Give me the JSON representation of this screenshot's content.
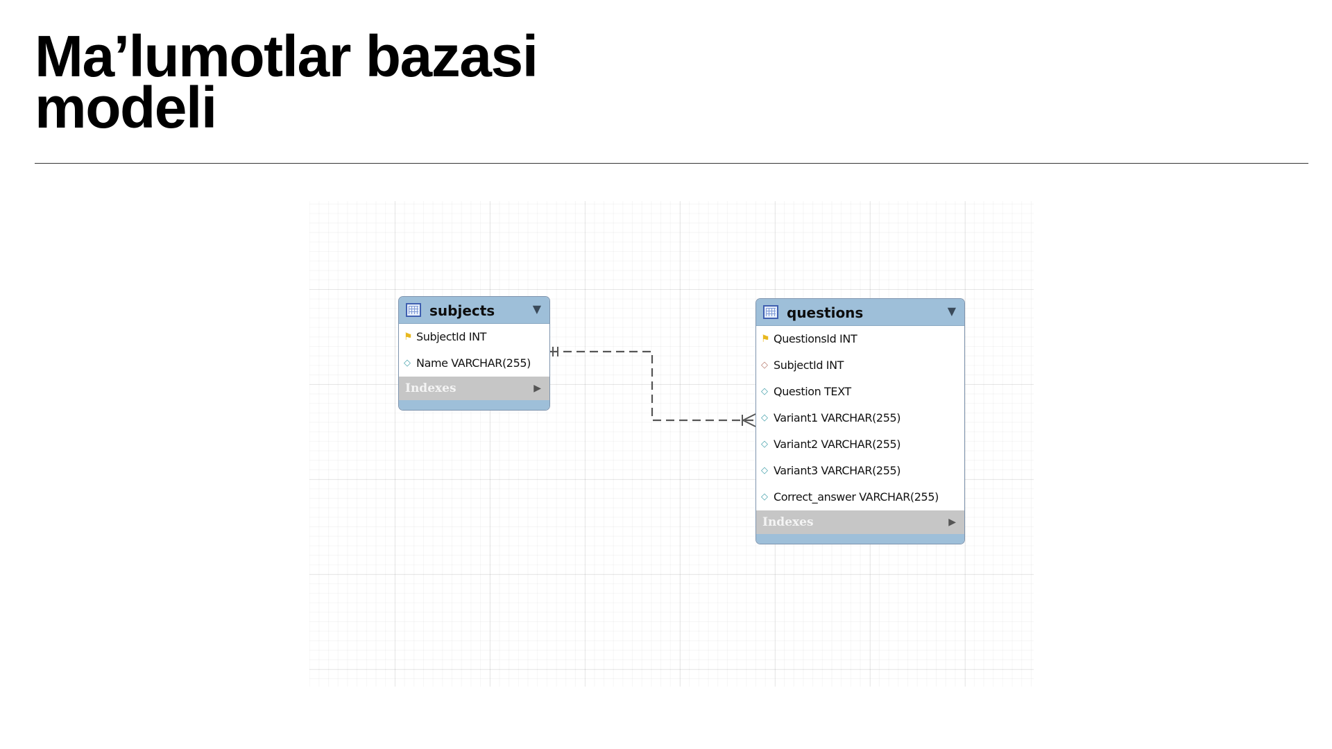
{
  "slide": {
    "title_lines": [
      "Ma’lumotlar bazasi",
      "modeli"
    ]
  },
  "diagram": {
    "colors": {
      "header": "#9ebfd9",
      "indexes_bar": "#c6c6c6",
      "grid": "#e6e6e6",
      "connector": "#555555"
    },
    "entities": [
      {
        "name": "subjects",
        "icon": "table-icon",
        "menu_glyph": "▼",
        "columns": [
          {
            "icon": "primary-key-icon",
            "glyph": "⚑",
            "text": "SubjectId INT"
          },
          {
            "icon": "attribute-diamond-icon",
            "glyph": "◇",
            "text": "Name VARCHAR(255)"
          }
        ],
        "indexes_label": "Indexes",
        "indexes_glyph": "▶"
      },
      {
        "name": "questions",
        "icon": "table-icon",
        "menu_glyph": "▼",
        "columns": [
          {
            "icon": "primary-key-icon",
            "glyph": "⚑",
            "text": "QuestionsId INT"
          },
          {
            "icon": "foreign-key-diamond-icon",
            "glyph": "◇",
            "text": "SubjectId INT"
          },
          {
            "icon": "attribute-diamond-icon",
            "glyph": "◇",
            "text": "Question TEXT"
          },
          {
            "icon": "attribute-diamond-icon",
            "glyph": "◇",
            "text": "Variant1 VARCHAR(255)"
          },
          {
            "icon": "attribute-diamond-icon",
            "glyph": "◇",
            "text": "Variant2 VARCHAR(255)"
          },
          {
            "icon": "attribute-diamond-icon",
            "glyph": "◇",
            "text": "Variant3 VARCHAR(255)"
          },
          {
            "icon": "attribute-diamond-icon",
            "glyph": "◇",
            "text": "Correct_answer VARCHAR(255)"
          }
        ],
        "indexes_label": "Indexes",
        "indexes_glyph": "▶"
      }
    ],
    "relationship": {
      "from": "subjects",
      "to": "questions",
      "from_cardinality": "one-and-only-one",
      "to_cardinality": "one-or-many",
      "line_style": "dashed"
    }
  }
}
